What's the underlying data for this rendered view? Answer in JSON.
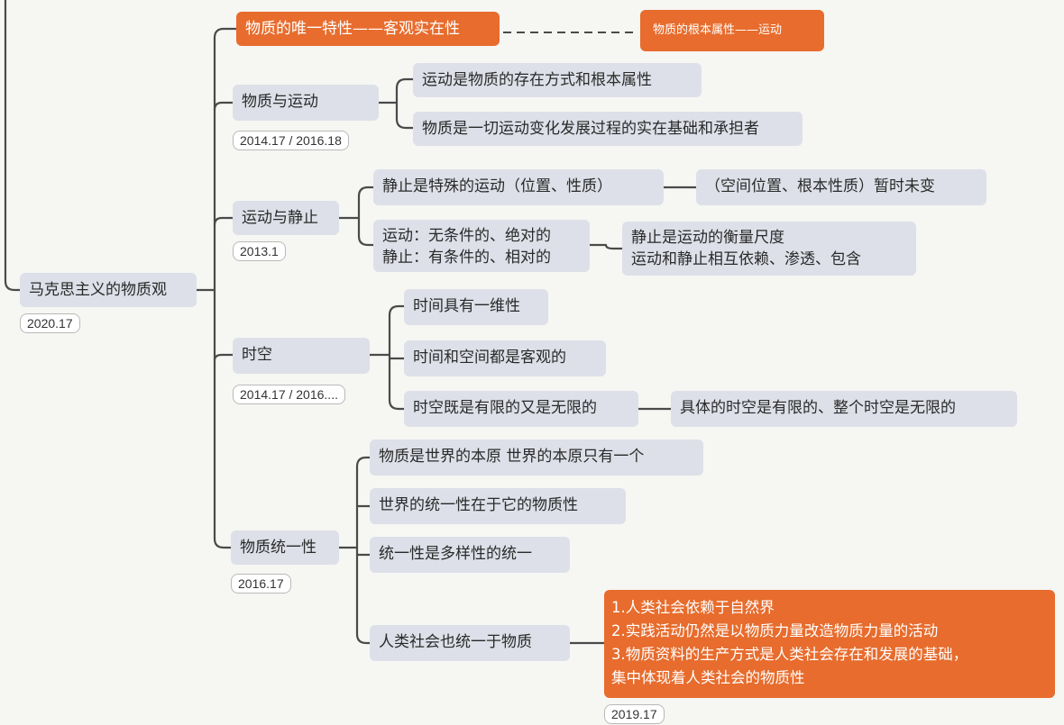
{
  "root": {
    "label": "马克思主义的物质观",
    "tag": "2020.17"
  },
  "top": {
    "label": "物质的唯一特性——客观实在性",
    "related": "物质的根本属性——运动"
  },
  "motion": {
    "label": "物质与运动",
    "tag": "2014.17 / 2016.18",
    "items": [
      "运动是物质的存在方式和根本属性",
      "物质是一切运动变化发展过程的实在基础和承担者"
    ]
  },
  "stillness": {
    "label": "运动与静止",
    "tag": "2013.1",
    "item1": "静止是特殊的运动（位置、性质）",
    "item1_detail": "（空间位置、根本性质）暂时未变",
    "item2_lines": [
      "运动：无条件的、绝对的",
      "静止：有条件的、相对的"
    ],
    "item2_detail_lines": [
      "静止是运动的衡量尺度",
      "运动和静止相互依赖、渗透、包含"
    ]
  },
  "spacetime": {
    "label": "时空",
    "tag": "2014.17 / 2016....",
    "items": [
      "时间具有一维性",
      "时间和空间都是客观的",
      "时空既是有限的又是无限的"
    ],
    "item3_detail": "具体的时空是有限的、整个时空是无限的"
  },
  "unity": {
    "label": "物质统一性",
    "tag": "2016.17",
    "items": [
      "物质是世界的本原 世界的本原只有一个",
      "世界的统一性在于它的物质性",
      "统一性是多样性的统一",
      "人类社会也统一于物质"
    ],
    "item4_detail_lines": [
      "1.人类社会依赖于自然界",
      "2.实践活动仍然是以物质力量改造物质力量的活动",
      "3.物质资料的生产方式是人类社会存在和发展的基础，",
      "集中体现着人类社会的物质性"
    ],
    "item4_detail_tag": "2019.17"
  },
  "colors": {
    "orange": "#e76c2d",
    "node": "#dde0e8",
    "line": "#4a4a4a",
    "background": "#f6f6f3"
  }
}
